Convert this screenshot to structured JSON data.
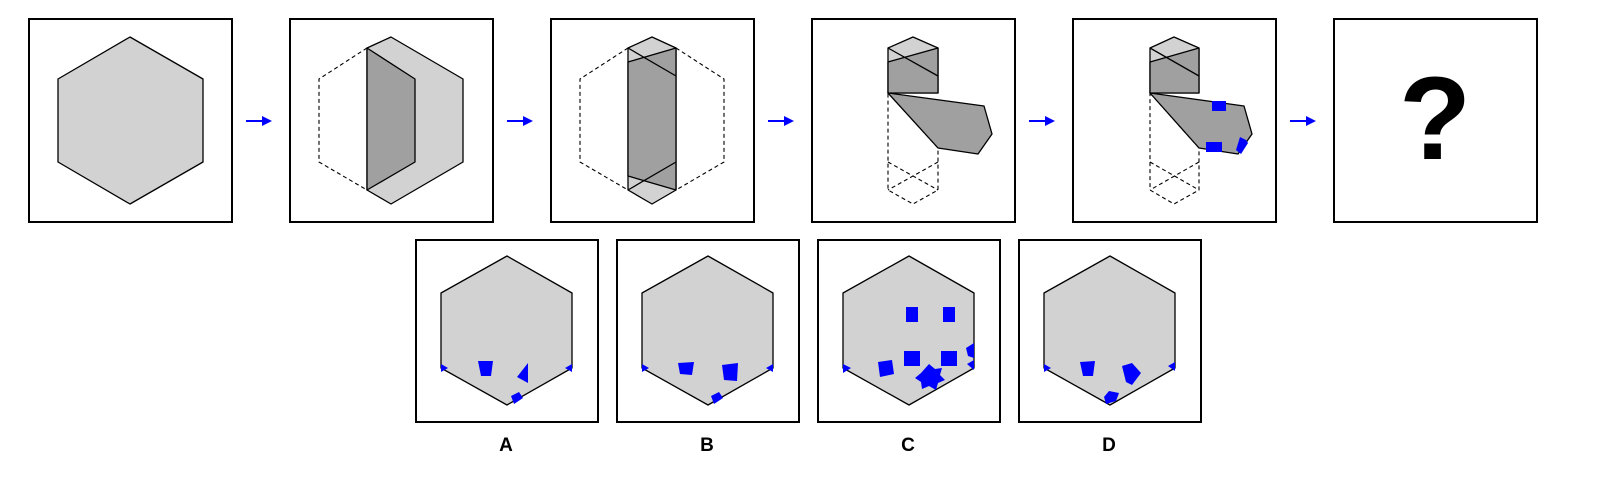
{
  "question_mark": "?",
  "options": [
    {
      "label": "A"
    },
    {
      "label": "B"
    },
    {
      "label": "C"
    },
    {
      "label": "D"
    }
  ],
  "colors": {
    "paper": "#d2d2d2",
    "folded_layer": "#a0a0a0",
    "hole": "#0000ff",
    "arrow": "#0000ff",
    "outline": "#000000"
  }
}
